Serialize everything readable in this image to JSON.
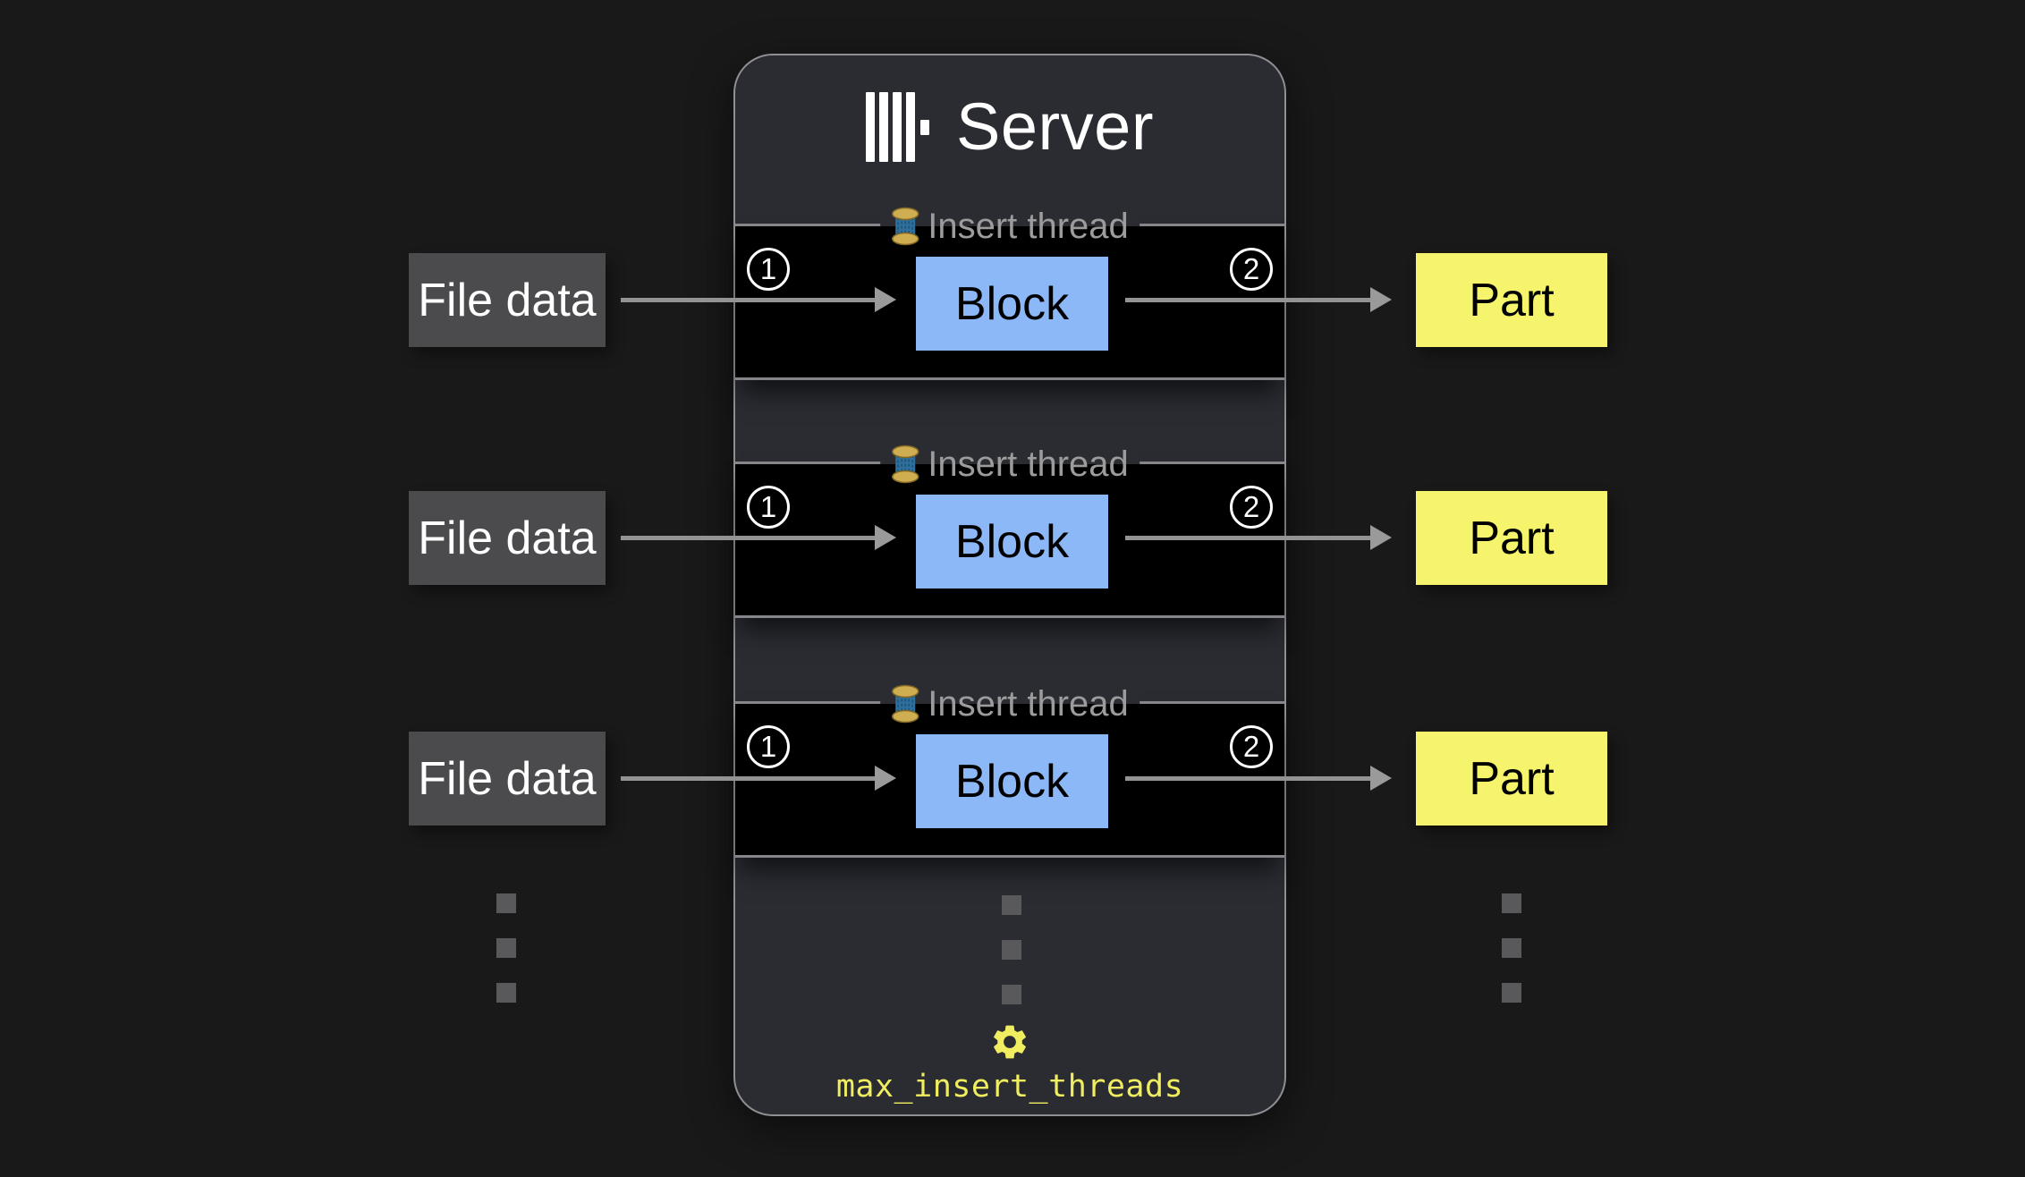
{
  "diagram": {
    "title": "Server",
    "rows": [
      {
        "thread_label": "Insert thread",
        "step_in": "1",
        "block_label": "Block",
        "step_out": "2"
      },
      {
        "thread_label": "Insert thread",
        "step_in": "1",
        "block_label": "Block",
        "step_out": "2"
      },
      {
        "thread_label": "Insert thread",
        "step_in": "1",
        "block_label": "Block",
        "step_out": "2"
      }
    ],
    "inputs": [
      {
        "label": "File data"
      },
      {
        "label": "File data"
      },
      {
        "label": "File data"
      }
    ],
    "outputs": [
      {
        "label": "Part"
      },
      {
        "label": "Part"
      },
      {
        "label": "Part"
      }
    ],
    "setting_label": "max_insert_threads",
    "icons": {
      "logo": "clickhouse-logo",
      "thread": "thread-spool-icon",
      "gear": "gear-icon"
    },
    "colors": {
      "background": "#191919",
      "panel_bg": "#2a2c32",
      "panel_border": "#8f8f94",
      "row_bg": "#000000",
      "row_border": "#85858a",
      "block_fill": "#8cb8f8",
      "part_fill": "#f5f46c",
      "file_data_fill": "#4b4b4d",
      "arrow_gray": "#939393",
      "label_gray": "#9c9c9c",
      "accent_yellow": "#f0ee60",
      "dot_gray": "#59595b",
      "text_white": "#ffffff"
    }
  }
}
